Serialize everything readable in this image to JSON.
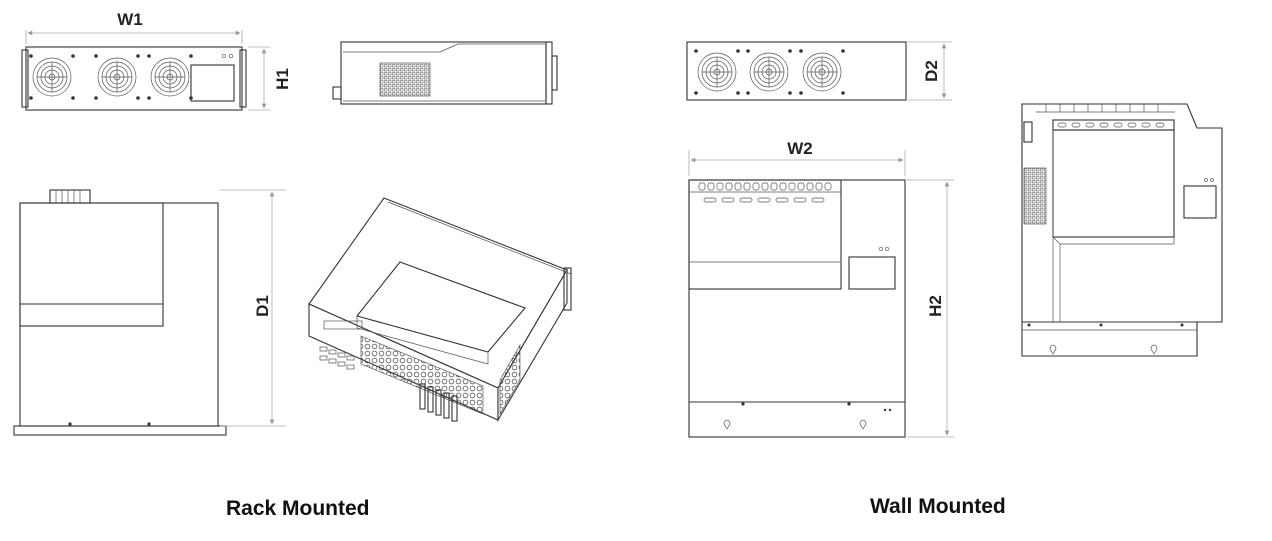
{
  "dimensions": {
    "w1": "W1",
    "h1": "H1",
    "d1": "D1",
    "w2": "W2",
    "d2": "D2",
    "h2": "H2"
  },
  "captions": {
    "rack": "Rack Mounted",
    "wall": "Wall Mounted"
  }
}
